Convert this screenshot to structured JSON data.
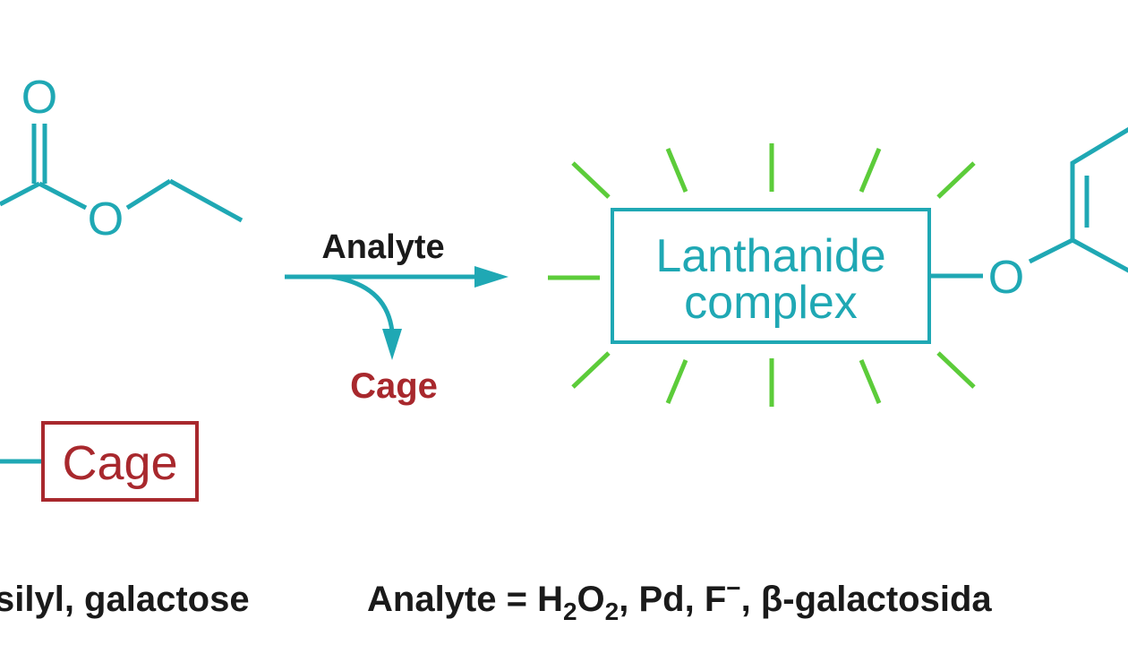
{
  "colors": {
    "teal": "#1fa8b4",
    "red": "#a8282d",
    "green": "#5ccc3a",
    "black": "#1a1a1a"
  },
  "molecule_left": {
    "carbonyl_oxygen": "O",
    "ester_oxygen": "O",
    "cage_label": "Cage"
  },
  "reaction": {
    "analyte_label": "Analyte",
    "cage_released_label": "Cage"
  },
  "product": {
    "complex_line1": "Lanthanide",
    "complex_line2": "complex",
    "ether_oxygen": "O"
  },
  "caption": {
    "left_fragment": "silyl, galactose",
    "analyte_prefix": "Analyte = H",
    "sub_2a": "2",
    "o_letter": "O",
    "sub_2b": "2",
    "analyte_rest": ", Pd, F",
    "superscript_minus": "−",
    "analyte_tail": ", β-galactosida"
  }
}
